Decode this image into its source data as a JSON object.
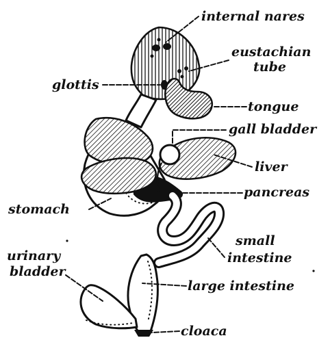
{
  "labels": {
    "internal_nares": "internal nares",
    "eustachian": "eustachian",
    "tube": "tube",
    "glottis": "glottis",
    "tongue": "tongue",
    "gall_bladder": "gall bladder",
    "liver": "liver",
    "pancreas": "pancreas",
    "stomach": "stomach",
    "small": "small",
    "intestine": "intestine",
    "urinary": "urinary",
    "bladder": "bladder",
    "large_intestine": "large intestine",
    "cloaca": "cloaca"
  }
}
